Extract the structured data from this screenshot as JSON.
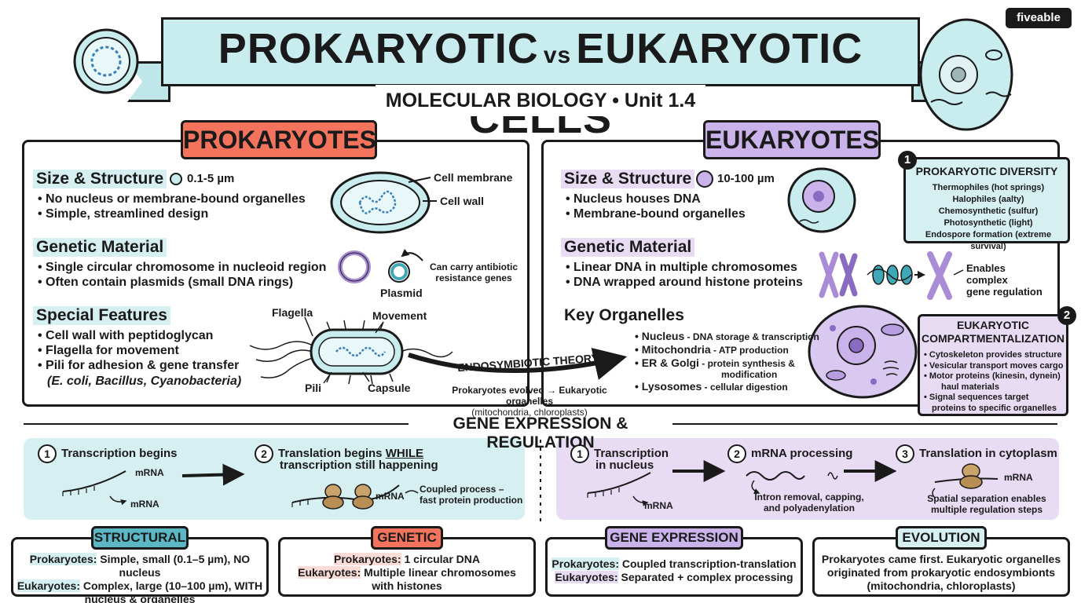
{
  "header": {
    "title_left": "PROKARYOTIC",
    "title_vs": "vs",
    "title_right": "EUKARYOTIC CELLS",
    "subtitle": "MOLECULAR BIOLOGY • Unit 1.4",
    "brand": "fiveable"
  },
  "colors": {
    "teal": "#c9ecee",
    "prokaryote_tag": "#f4735c",
    "eukaryote_tag": "#c9b3ea",
    "purple_light": "#e8dcf4",
    "purple_cell": "#a98bd6",
    "ink": "#1a1a1a"
  },
  "prokaryotes": {
    "tag": "PROKARYOTES",
    "size_heading": "Size & Structure",
    "size_value": "0.1-5 µm",
    "size_bullets": [
      "No nucleus or membrane-bound organelles",
      "Simple, streamlined design"
    ],
    "genetic_heading": "Genetic Material",
    "genetic_bullets": [
      "Single circular chromosome in nucleoid region",
      "Often contain plasmids (small DNA rings)"
    ],
    "special_heading": "Special Features",
    "special_bullets": [
      "Cell wall with peptidoglycan",
      "Flagella for movement",
      "Pili for adhesion & gene transfer"
    ],
    "special_examples": "(E. coli, Bacillus, Cyanobacteria)",
    "labels": {
      "cell_membrane": "Cell membrane",
      "cell_wall": "Cell wall",
      "plasmid": "Plasmid",
      "antibiotic_1": "Can carry antibiotic",
      "antibiotic_2": "resistance genes",
      "flagella": "Flagella",
      "movement": "Movement",
      "pili": "Pili",
      "capsule": "Capsule"
    }
  },
  "endosymbiotic": {
    "label": "ENDOSYMBIOTIC THEORY",
    "note_1": "Prokaryotes evolved → Eukaryotic organelles",
    "note_2": "(mitochondria, chloroplasts)"
  },
  "eukaryotes": {
    "tag": "EUKARYOTES",
    "size_heading": "Size & Structure",
    "size_value": "10-100 µm",
    "size_bullets": [
      "Nucleus houses DNA",
      "Membrane-bound organelles"
    ],
    "genetic_heading": "Genetic Material",
    "genetic_bullets": [
      "Linear DNA in multiple chromosomes",
      "DNA wrapped around histone proteins"
    ],
    "gene_reg_1": "Enables complex",
    "gene_reg_2": "gene regulation",
    "organelles_heading": "Key Organelles",
    "organelles": [
      {
        "name": "Nucleus",
        "desc": " - DNA storage & transcription"
      },
      {
        "name": "Mitochondria",
        "desc": " - ATP production"
      },
      {
        "name": "ER & Golgi",
        "desc": " - protein synthesis &"
      },
      {
        "name": "Lysosomes",
        "desc": " - cellular digestion"
      }
    ],
    "er_golgi_cont": "modification"
  },
  "diversity": {
    "number": "1",
    "title": "PROKARYOTIC DIVERSITY",
    "items": [
      "Thermophiles (hot springs)",
      "Halophiles (aalty)",
      "Chemosynthetic (sulfur)",
      "Photosynthetic (light)",
      "Endospore formation (extreme survival)"
    ]
  },
  "compartment": {
    "number": "2",
    "title_1": "EUKARYOTIC",
    "title_2": "COMPARTMENTALIZATION",
    "items": [
      "Cytoskeleton provides structure",
      "Vesicular transport moves cargo",
      "Motor proteins (kinesin, dynein)",
      "haul materials",
      "Signal sequences target",
      "proteins to specific organelles"
    ]
  },
  "gene_expression": {
    "title": "GENE EXPRESSION & REGULATION",
    "pro_steps": [
      {
        "num": "1",
        "line1": "Transcription begins",
        "line2": ""
      },
      {
        "num": "2",
        "line1": "Translation begins ",
        "emph": "WHILE",
        "line2": "transcription still happening"
      }
    ],
    "pro_labels": {
      "mrna_top": "mRNA",
      "mrna_bottom": "mRNA",
      "mrna_coupled": "mRNA",
      "coupled_1": "Coupled process –",
      "coupled_2": "fast protein production"
    },
    "euk_steps": [
      {
        "num": "1",
        "line1": "Transcription",
        "line2": "in nucleus"
      },
      {
        "num": "2",
        "line1": "mRNA processing",
        "line2": ""
      },
      {
        "num": "3",
        "line1": "Translation in cytoplasm",
        "line2": ""
      }
    ],
    "euk_labels": {
      "mrna_1": "mRNA",
      "intron_1": "Intron removal, capping,",
      "intron_2": "and polyadenylation",
      "mrna_3": "mRNA",
      "spatial_1": "Spatial separation enables",
      "spatial_2": "multiple regulation steps"
    }
  },
  "summary": [
    {
      "tag": "STRUCTURAL",
      "pro_label": "Prokaryotes:",
      "pro_text": " Simple, small (0.1–5 µm), NO nucleus",
      "euk_label": "Eukaryotes:",
      "euk_text": " Complex, large (10–100 µm), WITH",
      "euk_text_2": "nucleus & organelles"
    },
    {
      "tag": "GENETIC",
      "pro_label": "Prokaryotes:",
      "pro_text": " 1 circular DNA",
      "euk_label": "Eukaryotes:",
      "euk_text": " Multiple linear chromosomes",
      "euk_text_2": "with histones"
    },
    {
      "tag": "GENE EXPRESSION",
      "pro_label": "Prokaryotes:",
      "pro_text": " Coupled transcription-translation",
      "euk_label": "Eukaryotes:",
      "euk_text": " Separated + complex processing",
      "euk_text_2": ""
    },
    {
      "tag": "EVOLUTION",
      "line1": "Prokaryotes came first. Eukaryotic organelles",
      "line2": "originated from prokaryotic endosymbionts",
      "line3": "(mitochondria, chloroplasts)"
    }
  ]
}
